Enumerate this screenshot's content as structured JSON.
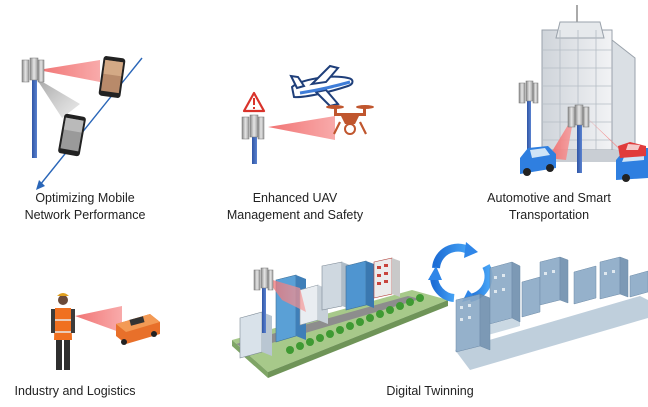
{
  "captions": {
    "mobile": [
      "Optimizing Mobile",
      "Network Performance"
    ],
    "uav": [
      "Enhanced UAV",
      "Management and Safety"
    ],
    "auto": [
      "Automotive and Smart",
      "Transportation"
    ],
    "industry": [
      "Industry and Logistics"
    ],
    "twin": [
      "Digital Twinning"
    ]
  },
  "colors": {
    "beam": "#f08080",
    "mast": "#3f63b0",
    "phone_beam": "#bfbfbf",
    "cycle_arrow": "#2f86e8",
    "drone": "#c0562e",
    "warning": "#d9332b",
    "vest": "#f07020",
    "twin_city": "#8aa9c6"
  }
}
